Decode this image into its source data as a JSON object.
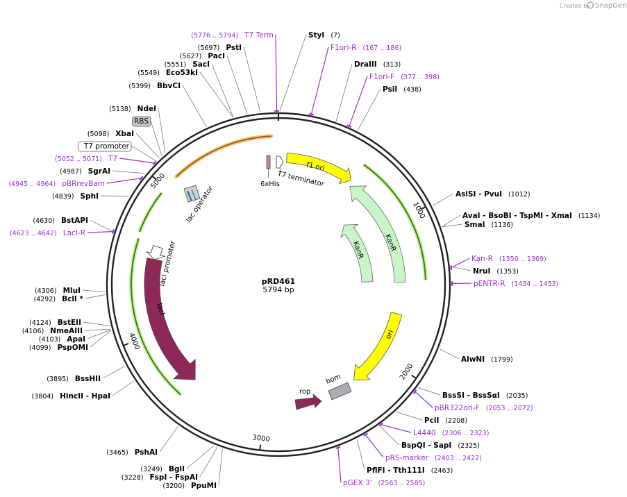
{
  "watermark": {
    "prefix": "Created by",
    "brand": "SnapGene"
  },
  "plasmid": {
    "name": "pRD461",
    "length": "5794 bp",
    "total": 5794
  },
  "ticks": [
    {
      "bp": 1000,
      "label": "1000"
    },
    {
      "bp": 2000,
      "label": "2000"
    },
    {
      "bp": 3000,
      "label": "3000"
    },
    {
      "bp": 4000,
      "label": "4000"
    },
    {
      "bp": 5000,
      "label": "5000"
    }
  ],
  "colors": {
    "primer": "#9a2fd0",
    "lacI": "#8e2858",
    "rop": "#8e2858",
    "f1ori": "#ffff00",
    "ori": "#ffff00",
    "kanr": "#c7f7c7",
    "bom": "#a8adb3",
    "orange_arc": "#b06a1a",
    "green_arc": "#3f8a1a",
    "backbone": "#222222"
  },
  "labels": [
    {
      "id": "t7term",
      "type": "primer",
      "name": "T7 Term",
      "pos": "(5776 .. 5794)",
      "namefirst": false
    },
    {
      "id": "styi",
      "type": "enzyme",
      "name": "StyI",
      "pos": "(7)",
      "namefirst": true
    },
    {
      "id": "f1orir",
      "type": "primer",
      "name": "F1ori-R",
      "pos": "(167 .. 186)",
      "namefirst": true
    },
    {
      "id": "draiii",
      "type": "enzyme",
      "name": "DraIII",
      "pos": "(313)",
      "namefirst": true
    },
    {
      "id": "f1orif",
      "type": "primer",
      "name": "F1ori-F",
      "pos": "(377 .. 398)",
      "namefirst": true
    },
    {
      "id": "psii",
      "type": "enzyme",
      "name": "PsiI",
      "pos": "(438)",
      "namefirst": true
    },
    {
      "id": "asisi",
      "type": "enzyme",
      "name": "AsiSI   - PvuI",
      "pos": "(1012)",
      "namefirst": true
    },
    {
      "id": "avai",
      "type": "enzyme",
      "name": "AvaI   - BsoBI   - TspMI   - XmaI",
      "pos": "(1134)",
      "namefirst": true
    },
    {
      "id": "smai",
      "type": "enzyme",
      "name": "SmaI",
      "pos": "(1136)",
      "namefirst": true
    },
    {
      "id": "kanrp",
      "type": "primer",
      "name": "Kan-R",
      "pos": "(1350 .. 1369)",
      "namefirst": true
    },
    {
      "id": "nrui",
      "type": "enzyme",
      "name": "NruI",
      "pos": "(1353)",
      "namefirst": true
    },
    {
      "id": "pentr",
      "type": "primer",
      "name": "pENTR-R",
      "pos": "(1434 .. 1453)",
      "namefirst": true
    },
    {
      "id": "alwni",
      "type": "enzyme",
      "name": "AlwNI",
      "pos": "(1799)",
      "namefirst": true
    },
    {
      "id": "bsssi",
      "type": "enzyme",
      "name": "BssSI   - BssSαI",
      "pos": "(2035)",
      "namefirst": true
    },
    {
      "id": "pbr322",
      "type": "primer",
      "name": "pBR322ori-F",
      "pos": "(2053 .. 2072)",
      "namefirst": true
    },
    {
      "id": "pcii",
      "type": "enzyme",
      "name": "PciI",
      "pos": "(2208)",
      "namefirst": true
    },
    {
      "id": "l4440",
      "type": "primer",
      "name": "L4440",
      "pos": "(2306 .. 2323)",
      "namefirst": true
    },
    {
      "id": "bspqi",
      "type": "enzyme",
      "name": "BspQI   - SapI",
      "pos": "(2325)",
      "namefirst": true
    },
    {
      "id": "prs",
      "type": "primer",
      "name": "pRS-marker",
      "pos": "(2403 .. 2422)",
      "namefirst": true
    },
    {
      "id": "pflfi",
      "type": "enzyme",
      "name": "PflFI   - Tth111I",
      "pos": "(2463)",
      "namefirst": true
    },
    {
      "id": "pgex",
      "type": "primer",
      "name": "pGEX 3'",
      "pos": "(2563 .. 2585)",
      "namefirst": true
    },
    {
      "id": "ppumi",
      "type": "enzyme",
      "name": "PpuMI",
      "pos": "(3200)",
      "namefirst": false
    },
    {
      "id": "fspi",
      "type": "enzyme",
      "name": "FspI   - FspAI",
      "pos": "(3228)",
      "namefirst": false
    },
    {
      "id": "bgli",
      "type": "enzyme",
      "name": "BglI",
      "pos": "(3249)",
      "namefirst": false
    },
    {
      "id": "pshai",
      "type": "enzyme",
      "name": "PshAI",
      "pos": "(3465)",
      "namefirst": false
    },
    {
      "id": "hincii",
      "type": "enzyme",
      "name": "HincII   - HpaI",
      "pos": "(3804)",
      "namefirst": false
    },
    {
      "id": "bsshii",
      "type": "enzyme",
      "name": "BssHII",
      "pos": "(3895)",
      "namefirst": false
    },
    {
      "id": "pspomi",
      "type": "enzyme",
      "name": "PspOMI",
      "pos": "(4099)",
      "namefirst": false
    },
    {
      "id": "apai",
      "type": "enzyme",
      "name": "ApaI",
      "pos": "(4103)",
      "namefirst": false
    },
    {
      "id": "nmeaiii",
      "type": "enzyme",
      "name": "NmeAIII",
      "pos": "(4106)",
      "namefirst": false
    },
    {
      "id": "bsteii",
      "type": "enzyme",
      "name": "BstEII",
      "pos": "(4124)",
      "namefirst": false
    },
    {
      "id": "bcli",
      "type": "enzyme",
      "name": "BclI *",
      "pos": "(4292)",
      "namefirst": false
    },
    {
      "id": "mlui",
      "type": "enzyme",
      "name": "MluI",
      "pos": "(4306)",
      "namefirst": false
    },
    {
      "id": "lacir",
      "type": "primer",
      "name": "LacI-R",
      "pos": "(4623 .. 4642)",
      "namefirst": false
    },
    {
      "id": "bstapi",
      "type": "enzyme",
      "name": "BstAPI",
      "pos": "(4630)",
      "namefirst": false
    },
    {
      "id": "sphi",
      "type": "enzyme",
      "name": "SphI",
      "pos": "(4839)",
      "namefirst": false
    },
    {
      "id": "pbrrev",
      "type": "primer",
      "name": "pBRrevBam",
      "pos": "(4945 .. 4964)",
      "namefirst": false
    },
    {
      "id": "sgrai",
      "type": "enzyme",
      "name": "SgrAI",
      "pos": "(4987)",
      "namefirst": false
    },
    {
      "id": "t7p",
      "type": "primer",
      "name": "T7",
      "pos": "(5052 .. 5071)",
      "namefirst": false
    },
    {
      "id": "t7prom",
      "type": "boxed",
      "name": "T7 promoter",
      "pos": "",
      "namefirst": false
    },
    {
      "id": "xbai",
      "type": "enzyme",
      "name": "XbaI",
      "pos": "(5098)",
      "namefirst": false
    },
    {
      "id": "rbs",
      "type": "boxed_gray",
      "name": "RBS",
      "pos": "",
      "namefirst": false
    },
    {
      "id": "ndei",
      "type": "enzyme",
      "name": "NdeI",
      "pos": "(5138)",
      "namefirst": false
    },
    {
      "id": "bbvci",
      "type": "enzyme",
      "name": "BbvCI",
      "pos": "(5399)",
      "namefirst": false
    },
    {
      "id": "eco53ki",
      "type": "enzyme",
      "name": "Eco53kI",
      "pos": "(5549)",
      "namefirst": false
    },
    {
      "id": "saci",
      "type": "enzyme",
      "name": "SacI",
      "pos": "(5551)",
      "namefirst": false
    },
    {
      "id": "paci",
      "type": "enzyme",
      "name": "PacI",
      "pos": "(5627)",
      "namefirst": false
    },
    {
      "id": "psti",
      "type": "enzyme",
      "name": "PstI",
      "pos": "(5697)",
      "namefirst": false
    }
  ],
  "features": [
    {
      "id": "f1ori",
      "label": "f1 ori"
    },
    {
      "id": "kanr_outer",
      "label": "KanR"
    },
    {
      "id": "kanr_inner",
      "label": "KanR"
    },
    {
      "id": "ori",
      "label": "ori"
    },
    {
      "id": "laci",
      "label": "lacI"
    },
    {
      "id": "rop",
      "label": "rop"
    },
    {
      "id": "bom",
      "label": "bom"
    },
    {
      "id": "laci_prom",
      "label": "lacI promoter"
    },
    {
      "id": "lac_op",
      "label": "lac operator"
    },
    {
      "id": "sixhis",
      "label": "6xHis"
    },
    {
      "id": "t7_term_feat",
      "label": "T7 terminator"
    }
  ]
}
